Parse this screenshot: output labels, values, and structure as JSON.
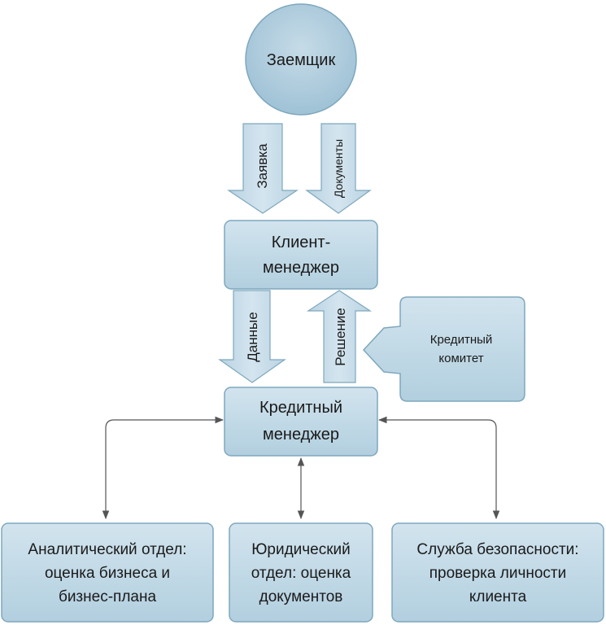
{
  "colors": {
    "fill_light": "#c9dde8",
    "fill_mid": "#a8c8d9",
    "stroke": "#7ea7bd",
    "connector": "#555555"
  },
  "nodes": {
    "borrower": "Заемщик",
    "client_manager": [
      "Клиент-",
      "менеджер"
    ],
    "credit_committee": [
      "Кредитный",
      "комитет"
    ],
    "credit_manager": [
      "Кредитный",
      "менеджер"
    ],
    "analytics": [
      "Аналитический отдел:",
      "оценка бизнеса и",
      "бизнес-плана"
    ],
    "legal": [
      "Юридический",
      "отдел: оценка",
      "документов"
    ],
    "security": [
      "Служба безопасности:",
      "проверка личности",
      "клиента"
    ]
  },
  "arrows": {
    "application": "Заявка",
    "documents": "Документы",
    "data": "Данные",
    "decision": "Решение"
  }
}
